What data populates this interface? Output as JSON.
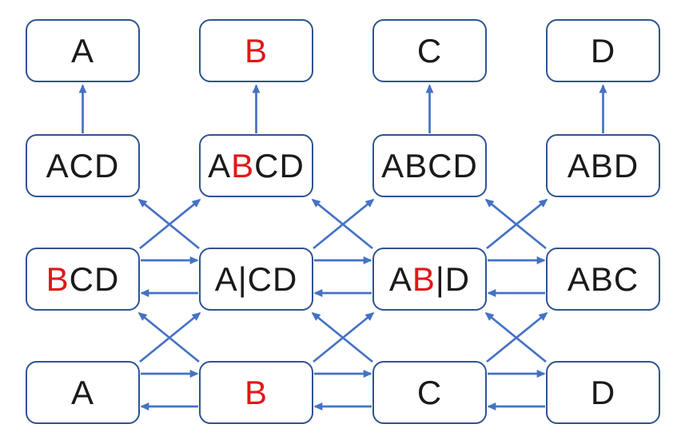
{
  "colors": {
    "box_border": "#2f5490",
    "arrow": "#4472c4",
    "text": "#1a1a1a",
    "highlight_red": "#e21717",
    "background": "#ffffff"
  },
  "nodes": [
    {
      "id": "r1c1",
      "label": "A"
    },
    {
      "id": "r1c2",
      "label": "*B*"
    },
    {
      "id": "r1c3",
      "label": "C"
    },
    {
      "id": "r1c4",
      "label": "D"
    },
    {
      "id": "r2c1",
      "label": "ACD"
    },
    {
      "id": "r2c2",
      "label": "A*B*CD"
    },
    {
      "id": "r2c3",
      "label": "ABCD"
    },
    {
      "id": "r2c4",
      "label": "ABD"
    },
    {
      "id": "r3c1",
      "label": "*B*CD"
    },
    {
      "id": "r3c2",
      "label": "A|CD"
    },
    {
      "id": "r3c3",
      "label": "A*B*|D"
    },
    {
      "id": "r3c4",
      "label": "ABC"
    },
    {
      "id": "r4c1",
      "label": "A"
    },
    {
      "id": "r4c2",
      "label": "*B*"
    },
    {
      "id": "r4c3",
      "label": "C"
    },
    {
      "id": "r4c4",
      "label": "D"
    }
  ],
  "edges": [
    {
      "from": "r2c1",
      "to": "r1c1",
      "kind": "up"
    },
    {
      "from": "r2c2",
      "to": "r1c2",
      "kind": "up"
    },
    {
      "from": "r2c3",
      "to": "r1c3",
      "kind": "up"
    },
    {
      "from": "r2c4",
      "to": "r1c4",
      "kind": "up"
    },
    {
      "from": "r3c1",
      "to": "r2c2",
      "kind": "diag"
    },
    {
      "from": "r3c2",
      "to": "r2c1",
      "kind": "diag"
    },
    {
      "from": "r3c2",
      "to": "r2c3",
      "kind": "diag"
    },
    {
      "from": "r3c3",
      "to": "r2c2",
      "kind": "diag"
    },
    {
      "from": "r3c3",
      "to": "r2c4",
      "kind": "diag"
    },
    {
      "from": "r3c4",
      "to": "r2c3",
      "kind": "diag"
    },
    {
      "from": "r4c1",
      "to": "r3c2",
      "kind": "diag"
    },
    {
      "from": "r4c2",
      "to": "r3c1",
      "kind": "diag"
    },
    {
      "from": "r4c2",
      "to": "r3c3",
      "kind": "diag"
    },
    {
      "from": "r4c3",
      "to": "r3c2",
      "kind": "diag"
    },
    {
      "from": "r4c3",
      "to": "r3c4",
      "kind": "diag"
    },
    {
      "from": "r4c4",
      "to": "r3c3",
      "kind": "diag"
    },
    {
      "from": "r3c1",
      "to": "r3c2",
      "kind": "h-upper"
    },
    {
      "from": "r3c2",
      "to": "r3c3",
      "kind": "h-upper"
    },
    {
      "from": "r3c3",
      "to": "r3c4",
      "kind": "h-upper"
    },
    {
      "from": "r3c2",
      "to": "r3c1",
      "kind": "h-lower"
    },
    {
      "from": "r3c3",
      "to": "r3c2",
      "kind": "h-lower"
    },
    {
      "from": "r3c4",
      "to": "r3c3",
      "kind": "h-lower"
    },
    {
      "from": "r4c1",
      "to": "r4c2",
      "kind": "h-upper"
    },
    {
      "from": "r4c2",
      "to": "r4c3",
      "kind": "h-upper"
    },
    {
      "from": "r4c3",
      "to": "r4c4",
      "kind": "h-upper"
    },
    {
      "from": "r4c2",
      "to": "r4c1",
      "kind": "h-lower"
    },
    {
      "from": "r4c3",
      "to": "r4c2",
      "kind": "h-lower"
    },
    {
      "from": "r4c4",
      "to": "r4c3",
      "kind": "h-lower"
    }
  ]
}
